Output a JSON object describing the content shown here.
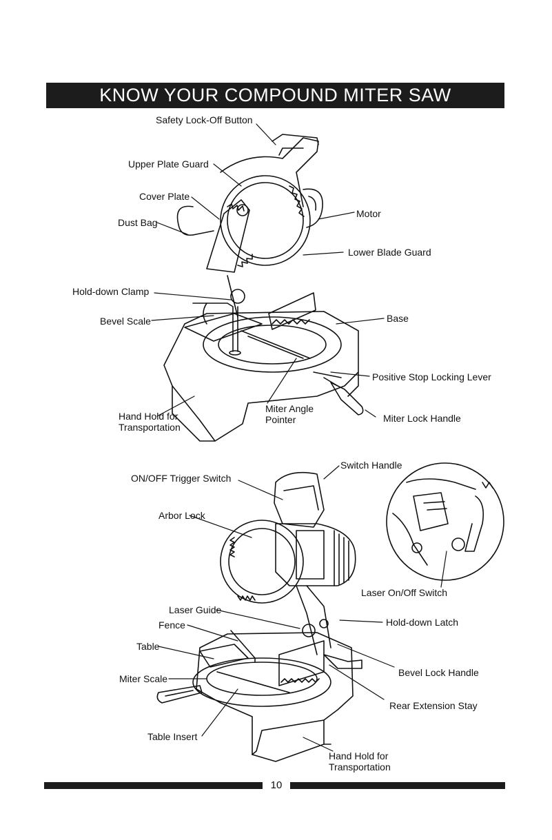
{
  "page": {
    "title": "KNOW YOUR COMPOUND MITER SAW",
    "page_number": "10"
  },
  "top_diagram": {
    "labels": {
      "safety_lock_off_button": "Safety Lock-Off Button",
      "upper_plate_guard": "Upper Plate Guard",
      "cover_plate": "Cover Plate",
      "dust_bag": "Dust Bag",
      "motor": "Motor",
      "lower_blade_guard": "Lower Blade Guard",
      "hold_down_clamp": "Hold-down Clamp",
      "bevel_scale": "Bevel Scale",
      "base": "Base",
      "positive_stop_locking_lever": "Positive Stop Locking Lever",
      "hand_hold_line1": "Hand Hold for",
      "hand_hold_line2": "Transportation",
      "miter_angle_pointer_line1": "Miter Angle",
      "miter_angle_pointer_line2": "Pointer",
      "miter_lock_handle": "Miter Lock Handle"
    }
  },
  "bottom_diagram": {
    "labels": {
      "switch_handle": "Switch Handle",
      "on_off_trigger_switch": "ON/OFF Trigger Switch",
      "arbor_lock": "Arbor Lock",
      "laser_on_off_switch": "Laser On/Off Switch",
      "laser_guide": "Laser Guide",
      "fence": "Fence",
      "hold_down_latch": "Hold-down Latch",
      "table": "Table",
      "bevel_lock_handle": "Bevel Lock Handle",
      "miter_scale": "Miter Scale",
      "rear_extension_stay": "Rear Extension Stay",
      "table_insert": "Table Insert",
      "hand_hold_line1": "Hand Hold for",
      "hand_hold_line2": "Transportation"
    }
  }
}
